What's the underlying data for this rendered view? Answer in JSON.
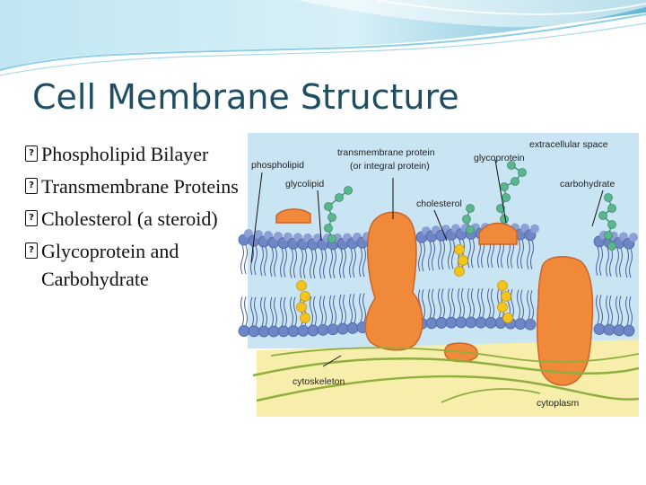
{
  "slide": {
    "title": "Cell Membrane Structure",
    "bullets": [
      {
        "icon": "missing-glyph-bullet-icon",
        "text": "Phospholipid Bilayer"
      },
      {
        "icon": "missing-glyph-bullet-icon",
        "text": "Transmembrane Proteins"
      },
      {
        "icon": "missing-glyph-bullet-icon",
        "text": "Cholesterol (a steroid)"
      },
      {
        "icon": "missing-glyph-bullet-icon",
        "text": "Glycoprotein and Carbohydrate"
      }
    ]
  },
  "figure": {
    "labels": {
      "phospholipid": "phospholipid",
      "transmembrane_protein": "transmembrane protein",
      "integral_protein": "(or integral protein)",
      "glycoprotein": "glycoprotein",
      "extracellular_space": "extracellular space",
      "glycolipid": "glycolipid",
      "cholesterol": "cholesterol",
      "carbohydrate": "carbohydrate",
      "cytoskeleton": "cytoskeleton",
      "cytoplasm": "cytoplasm"
    }
  },
  "colors": {
    "title": "#1f4e63",
    "banner_light": "#c7e8f1",
    "banner_dark": "#5fb2cf",
    "extracellular": "#c9e4f2",
    "cytoplasm": "#f6eeaa",
    "phospholipid_head": "#6f86c6",
    "protein": "#f08a3a",
    "cholesterol": "#f3c41b",
    "carbohydrate": "#5bb58e",
    "cytoskeleton": "#8fae3d"
  }
}
